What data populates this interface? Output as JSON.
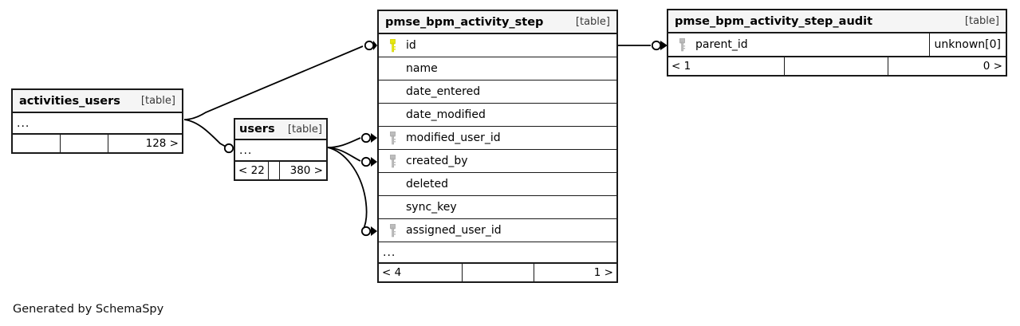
{
  "diagram": {
    "generator_note": "Generated by SchemaSpy",
    "table_tag": "[table]",
    "ellipsis": "...",
    "colors": {
      "primary_key": "#e8e80f",
      "foreign_key": "#b3b3b3",
      "border": "#1a1a1a",
      "header_bg": "#f5f5f5",
      "background": "#ffffff"
    }
  },
  "tables": [
    {
      "id": "activities_users",
      "name": "activities_users",
      "tag": "[table]",
      "rows": [],
      "has_ellipsis_row": true,
      "ellipsis": "...",
      "footer": [
        "",
        "",
        "128 >"
      ]
    },
    {
      "id": "users",
      "name": "users",
      "tag": "[table]",
      "rows": [],
      "has_ellipsis_row": true,
      "ellipsis": "...",
      "footer": [
        "< 22",
        "",
        "380 >"
      ]
    },
    {
      "id": "pmse_bpm_activity_step",
      "name": "pmse_bpm_activity_step",
      "tag": "[table]",
      "rows": [
        {
          "label": "id",
          "key": "primary",
          "type": ""
        },
        {
          "label": "name",
          "key": "none",
          "type": ""
        },
        {
          "label": "date_entered",
          "key": "none",
          "type": ""
        },
        {
          "label": "date_modified",
          "key": "none",
          "type": ""
        },
        {
          "label": "modified_user_id",
          "key": "foreign",
          "type": ""
        },
        {
          "label": "created_by",
          "key": "foreign",
          "type": ""
        },
        {
          "label": "deleted",
          "key": "none",
          "type": ""
        },
        {
          "label": "sync_key",
          "key": "none",
          "type": ""
        },
        {
          "label": "assigned_user_id",
          "key": "foreign",
          "type": ""
        }
      ],
      "has_ellipsis_row": true,
      "ellipsis": "...",
      "footer": [
        "< 4",
        "",
        "1 >"
      ]
    },
    {
      "id": "pmse_bpm_activity_step_audit",
      "name": "pmse_bpm_activity_step_audit",
      "tag": "[table]",
      "rows": [
        {
          "label": "parent_id",
          "key": "foreign",
          "type": "unknown[0]"
        }
      ],
      "has_ellipsis_row": false,
      "ellipsis": "",
      "footer": [
        "< 1",
        "",
        "0 >"
      ]
    }
  ],
  "relationships": [
    {
      "from": "activities_users",
      "to": "pmse_bpm_activity_step.id",
      "from_cardinality": "zero-or-more",
      "to_cardinality": "one"
    },
    {
      "from": "activities_users",
      "to": "users",
      "from_cardinality": "zero-or-more",
      "to_cardinality": "one"
    },
    {
      "from": "users",
      "to": "pmse_bpm_activity_step.modified_user_id",
      "from_cardinality": "one",
      "to_cardinality": "zero-or-more"
    },
    {
      "from": "users",
      "to": "pmse_bpm_activity_step.created_by",
      "from_cardinality": "one",
      "to_cardinality": "zero-or-more"
    },
    {
      "from": "users",
      "to": "pmse_bpm_activity_step.assigned_user_id",
      "from_cardinality": "one",
      "to_cardinality": "zero-or-more"
    },
    {
      "from": "pmse_bpm_activity_step",
      "to": "pmse_bpm_activity_step_audit.parent_id",
      "from_cardinality": "one",
      "to_cardinality": "zero-or-more"
    }
  ]
}
